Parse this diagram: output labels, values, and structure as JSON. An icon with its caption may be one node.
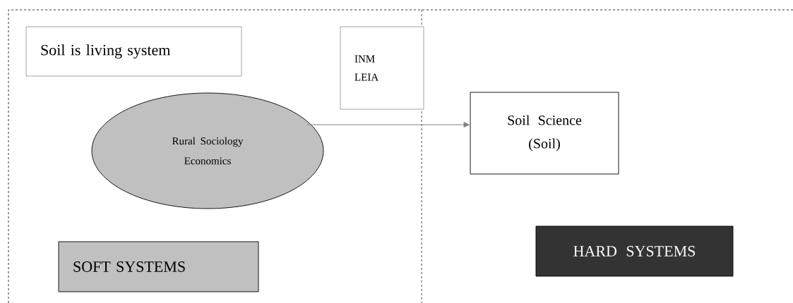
{
  "diagram": {
    "nodes": [
      {
        "text": [
          "Soil is living system"
        ]
      },
      {
        "text": [
          "INM",
          "LEIA"
        ]
      },
      {
        "text": [
          "Rural Sociology",
          "Economics"
        ]
      },
      {
        "text": [
          "Soil Science",
          "(Soil)"
        ]
      },
      {
        "text": [
          "SOFT SYSTEMS"
        ]
      },
      {
        "text": [
          "HARD SYSTEMS"
        ]
      }
    ],
    "edges": [
      {
        "from": 2,
        "to": 3,
        "arrow": "to",
        "color": "#808080"
      }
    ]
  }
}
